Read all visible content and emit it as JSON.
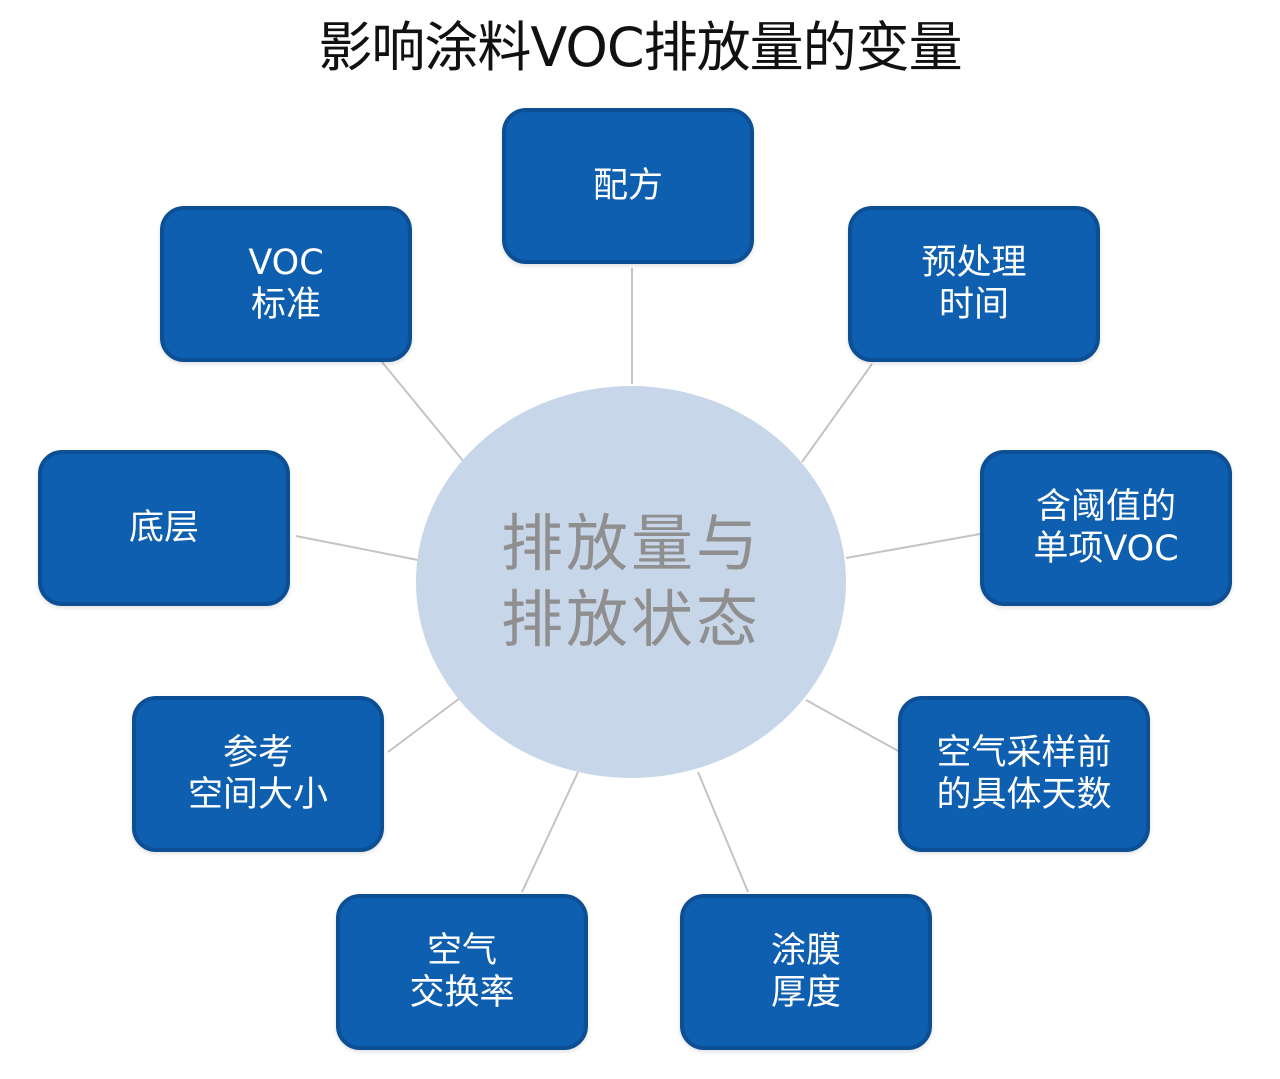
{
  "title": "影响涂料VOC排放量的变量",
  "center": {
    "lines": [
      "排放量与",
      "排放状态"
    ]
  },
  "nodes": [
    {
      "id": "formula",
      "lines": [
        "配方"
      ]
    },
    {
      "id": "pretreatment-time",
      "lines": [
        "预处理",
        "时间"
      ]
    },
    {
      "id": "threshold-voc",
      "lines": [
        "含阈值的",
        "单项VOC"
      ]
    },
    {
      "id": "days-before-sampling",
      "lines": [
        "空气采样前",
        "的具体天数"
      ]
    },
    {
      "id": "film-thickness",
      "lines": [
        "涂膜",
        "厚度"
      ]
    },
    {
      "id": "air-exchange-rate",
      "lines": [
        "空气",
        "交换率"
      ]
    },
    {
      "id": "reference-space",
      "lines": [
        "参考",
        "空间大小"
      ]
    },
    {
      "id": "substrate",
      "lines": [
        "底层"
      ]
    },
    {
      "id": "voc-standard",
      "lines": [
        "VOC",
        "标准"
      ]
    }
  ],
  "colors": {
    "node_fill": "#0f5fb0",
    "node_border": "#0c4f95",
    "node_text": "#ffffff",
    "hub_fill": "#c8d6e9",
    "hub_text": "#8f8f8f",
    "connector": "#c4c4c4",
    "title_text": "#111111"
  }
}
